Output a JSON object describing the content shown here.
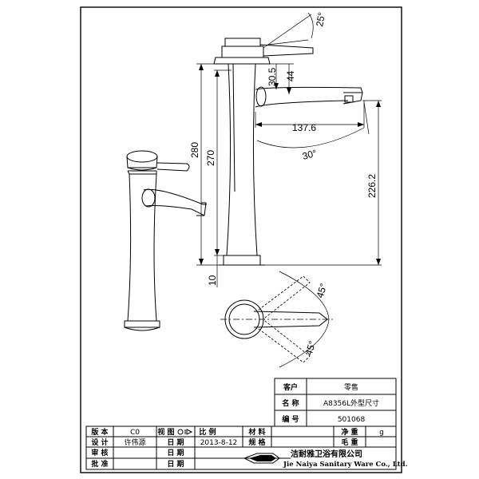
{
  "dimensions": {
    "angle_handle_top": "25°",
    "d_30_5": "30.5",
    "d_44": "44",
    "d_137_6": "137.6",
    "angle_spout": "30°",
    "d_280": "280",
    "d_270": "270",
    "d_226_2": "226.2",
    "d_10": "10",
    "angle_top_view_upper": "45°",
    "angle_top_view_lower": "45°"
  },
  "info_table": {
    "customer_label": "客户",
    "customer_value": "零售",
    "name_label": "名 称",
    "name_value": "A8356L外型尺寸",
    "number_label": "编 号",
    "number_value": "501068"
  },
  "title_block": {
    "version_label": "版 本",
    "version_value": "C0",
    "view_label": "视 图",
    "scale_label": "比 例",
    "material_label": "材 料",
    "net_weight_label": "净 重",
    "net_weight_unit": "g",
    "design_label": "设 计",
    "designer": "许伟源",
    "date_label_1": "日 期",
    "date_value": "2013-8-12",
    "spec_label": "规 格",
    "gross_weight_label": "毛 重",
    "review_label": "审 核",
    "date_label_2": "日 期",
    "approve_label": "批 准",
    "date_label_3": "日 期",
    "company_cn": "洁耐雅卫浴有限公司",
    "company_en": "Jie Naiya Sanitary Ware Co., Ltd."
  }
}
